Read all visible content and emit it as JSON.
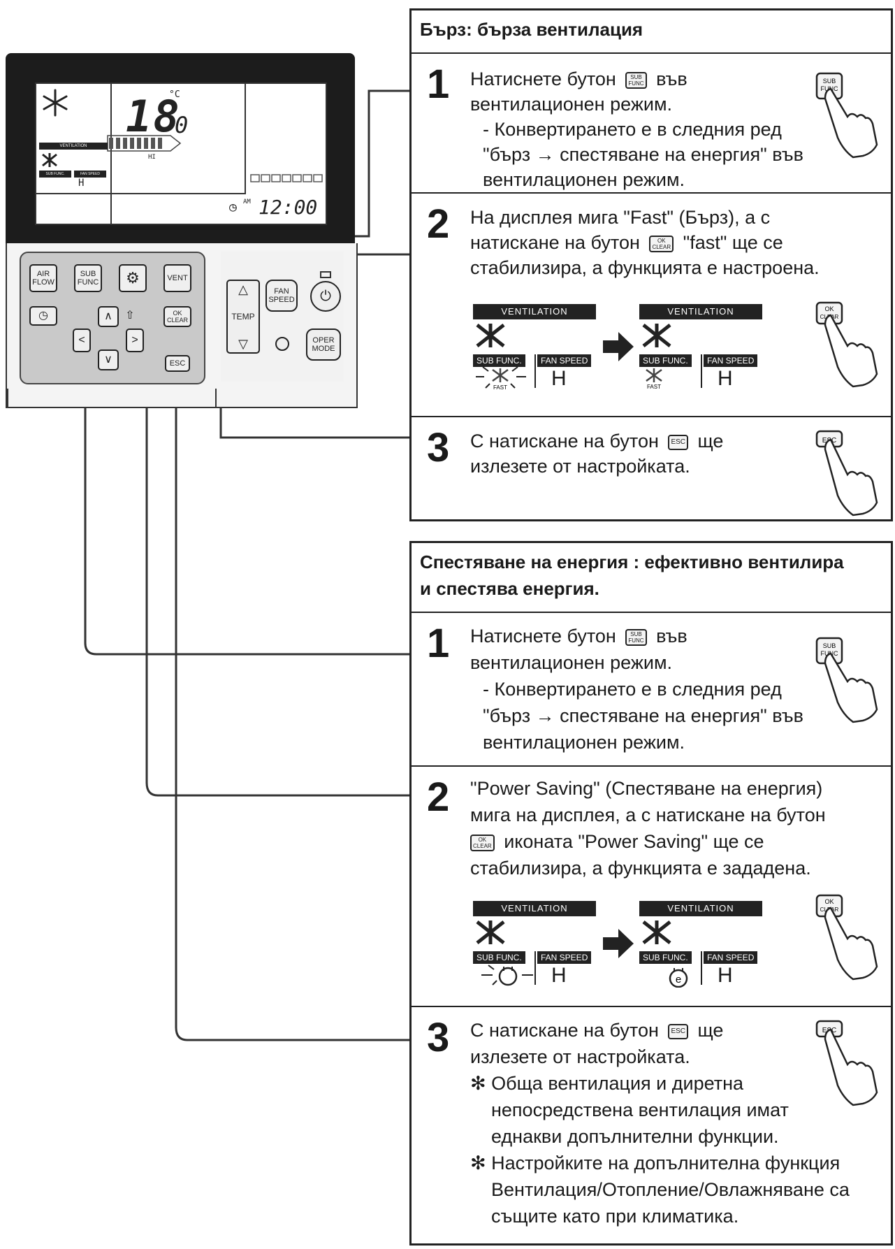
{
  "remote": {
    "lcd": {
      "temperature": "18",
      "temp_decimal": "0",
      "temp_unit": "°C",
      "ventilation_label": "VENTILATION",
      "subfunc_label": "SUB FUNC.",
      "fanspeed_label": "FAN SPEED",
      "fan_value": "H",
      "fan_level_label": "HI",
      "clock_ampm": "AM",
      "clock_time": "12:00"
    },
    "keys": {
      "airflow": "AIR FLOW",
      "subfunc": "SUB FUNC",
      "vent": "VENT",
      "okclear_ok": "OK",
      "okclear_clear": "CLEAR",
      "esc": "ESC",
      "fanspeed": "FAN SPEED",
      "temp": "TEMP",
      "opermode": "OPER MODE"
    }
  },
  "section_fast": {
    "title": "Бърз: бърза вентилация",
    "step1": {
      "number": "1",
      "line1a": "Натиснете бутон",
      "line1b": "във",
      "line2": "вентилационен режим.",
      "line3": "- Конвертирането е в следния ред",
      "line4": "\"бърз → спестяване на енергия\" във",
      "line5": "вентилационен режим."
    },
    "step2": {
      "number": "2",
      "line1": "На дисплея мига \"Fast\" (Бърз), а с",
      "line2a": "натискане на бутон",
      "line2b": "\"fast\" ще се",
      "line3": "стабилизира, а функцията е настроена."
    },
    "step3": {
      "number": "3",
      "line1a": "С натискане на бутон",
      "line1b": "ще",
      "line2": "излезете от настройката."
    }
  },
  "section_saving": {
    "title_line1": "Спестяване на енергия : ефективно вентилира",
    "title_line2": "и спестява енергия.",
    "step1": {
      "number": "1",
      "line1a": "Натиснете бутон",
      "line1b": "във",
      "line2": "вентилационен режим.",
      "line3": "- Конвертирането е в следния ред",
      "line4": "\"бърз → спестяване на енергия\" във",
      "line5": "вентилационен режим."
    },
    "step2": {
      "number": "2",
      "line1": "\"Power Saving\" (Спестяване на енергия)",
      "line2": "мига на дисплея, а с натискане на бутон",
      "line3b": "иконата \"Power Saving\" ще се",
      "line4": "стабилизира, а функцията е зададена."
    },
    "step3": {
      "number": "3",
      "line1a": "С натискане на бутон",
      "line1b": "ще",
      "line2": "излезете от настройката.",
      "note1_line1": "✻ Обща вентилация и диретна",
      "note1_line2": "непосредствена вентилация имат",
      "note1_line3": "еднакви допълнителни функции.",
      "note2_line1": "✻ Настройките на допълнителна функция",
      "note2_line2": "Вентилация/Отопление/Овлажняване са",
      "note2_line3": "същите като при климатика."
    }
  },
  "panels": {
    "ventilation": "VENTILATION",
    "subfunc": "SUB FUNC.",
    "fanspeed": "FAN SPEED",
    "fan_value": "H",
    "fast": "FAST",
    "saving_symbol": "e"
  },
  "icons": {
    "sub_top": "SUB",
    "sub_bottom": "FUNC",
    "ok_top": "OK",
    "ok_bottom": "CLEAR",
    "esc": "ESC"
  }
}
